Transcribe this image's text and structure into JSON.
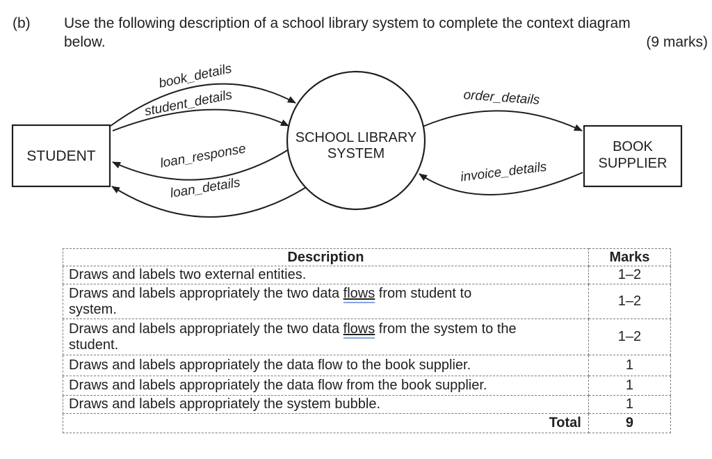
{
  "colors": {
    "ink": "#1f1f1f",
    "table_border": "#7a7a7a",
    "grammar_underline_blue": "#84a3e2"
  },
  "question": {
    "label": "(b)",
    "text_line1": "Use the following description of a school library system to complete the context diagram",
    "text_line2": "below.",
    "marks_note": "(9 marks)"
  },
  "diagram": {
    "process": {
      "label": "SCHOOL LIBRARY SYSTEM",
      "lines": [
        "SCHOOL LIBRARY",
        "SYSTEM"
      ]
    },
    "entities": [
      {
        "label": "STUDENT",
        "lines": [
          "STUDENT"
        ]
      },
      {
        "label": "BOOK SUPPLIER",
        "lines": [
          "BOOK",
          "SUPPLIER"
        ]
      }
    ],
    "flows": [
      {
        "label": "book_details",
        "from": "STUDENT",
        "to": "SCHOOL LIBRARY SYSTEM"
      },
      {
        "label": "student_details",
        "from": "STUDENT",
        "to": "SCHOOL LIBRARY SYSTEM"
      },
      {
        "label": "loan_response",
        "from": "SCHOOL LIBRARY SYSTEM",
        "to": "STUDENT"
      },
      {
        "label": "loan_details",
        "from": "SCHOOL LIBRARY SYSTEM",
        "to": "STUDENT"
      },
      {
        "label": "order_details",
        "from": "SCHOOL LIBRARY SYSTEM",
        "to": "BOOK SUPPLIER"
      },
      {
        "label": "invoice_details",
        "from": "BOOK SUPPLIER",
        "to": "SCHOOL LIBRARY SYSTEM"
      }
    ]
  },
  "table": {
    "headers": [
      "Description",
      "Marks"
    ],
    "rows": [
      {
        "description": "Draws and labels two external entities.",
        "marks": "1–2"
      },
      {
        "desc_before": "Draws and labels appropriately the two data ",
        "desc_word": "flows",
        "desc_after": " from student to",
        "desc_line2": "system.",
        "marks": "1–2"
      },
      {
        "desc_before": "Draws and labels appropriately the two data ",
        "desc_word": "flows",
        "desc_after": " from the system to the",
        "desc_line2": "student.",
        "marks": "1–2"
      },
      {
        "description": "Draws and labels appropriately the data flow to the book supplier.",
        "marks": "1"
      },
      {
        "description": "Draws and labels appropriately the data flow from the book supplier.",
        "marks": "1"
      },
      {
        "description": "Draws and labels appropriately the system bubble.",
        "marks": "1"
      }
    ],
    "total_label": "Total",
    "total_marks": "9"
  }
}
